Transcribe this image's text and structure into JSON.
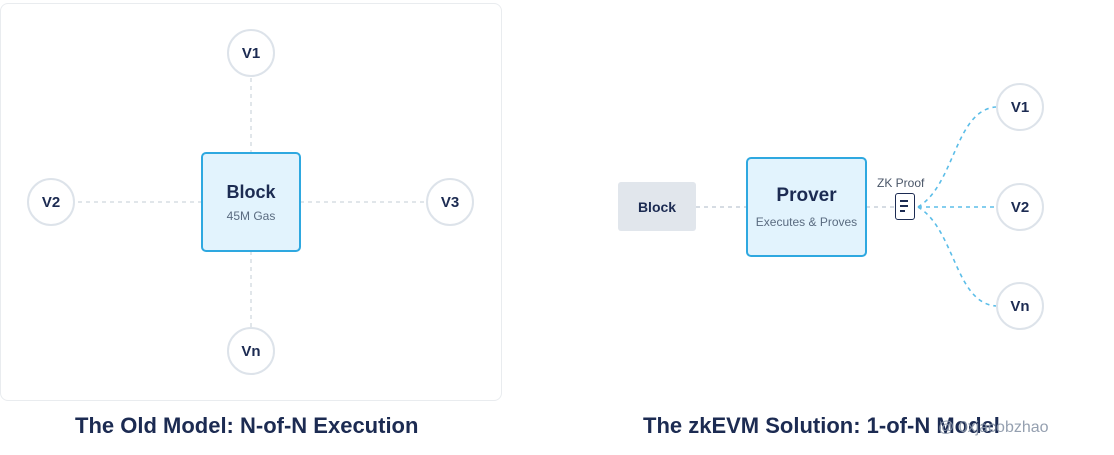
{
  "old_model": {
    "top_node": "V1",
    "left_node": "V2",
    "right_node": "V3",
    "bottom_node": "Vn",
    "block_title": "Block",
    "block_subtitle": "45M Gas",
    "caption": "The Old Model: N-of-N Execution"
  },
  "zk_model": {
    "block_label": "Block",
    "prover_title": "Prover",
    "prover_subtitle": "Executes & Proves",
    "proof_label": "ZK Proof",
    "proof_icon": "document-icon",
    "validators": [
      "V1",
      "V2",
      "Vn"
    ],
    "caption": "The zkEVM Solution: 1-of-N Model"
  },
  "watermark": "@ 0xjacobzhao",
  "colors": {
    "accent": "#2ea8e0",
    "box_fill": "#e2f3fd",
    "text_dark": "#1c2b52",
    "dashed_line": "#d7dde4",
    "dashed_blue": "#5bbde8"
  }
}
